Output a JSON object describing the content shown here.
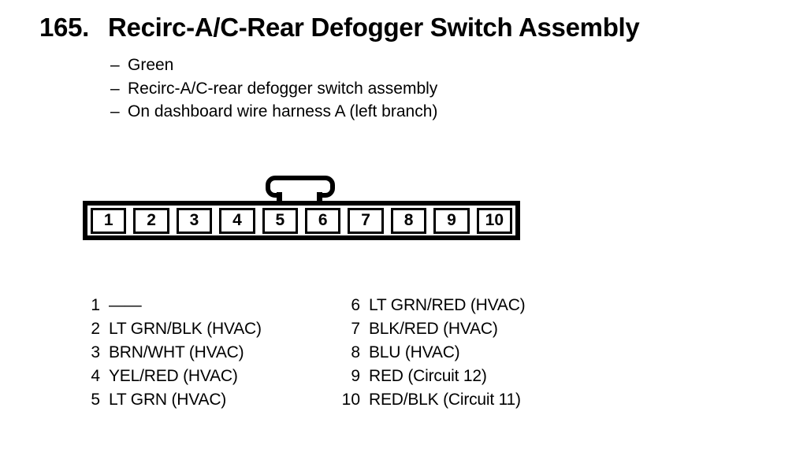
{
  "title": {
    "number": "165.",
    "text": "Recirc-A/C-Rear Defogger Switch Assembly"
  },
  "detail_dash": "–",
  "details": [
    "Green",
    "Recirc-A/C-rear defogger switch assembly",
    "On dashboard wire harness A (left branch)"
  ],
  "connector": {
    "name": "10-pin connector with center latch tab",
    "pins": [
      "1",
      "2",
      "3",
      "4",
      "5",
      "6",
      "7",
      "8",
      "9",
      "10"
    ]
  },
  "pin_list": {
    "left": [
      {
        "num": "1",
        "label": "——"
      },
      {
        "num": "2",
        "label": "LT GRN/BLK (HVAC)"
      },
      {
        "num": "3",
        "label": "BRN/WHT (HVAC)"
      },
      {
        "num": "4",
        "label": "YEL/RED (HVAC)"
      },
      {
        "num": "5",
        "label": "LT GRN (HVAC)"
      }
    ],
    "right": [
      {
        "num": "6",
        "label": "LT GRN/RED (HVAC)"
      },
      {
        "num": "7",
        "label": "BLK/RED (HVAC)"
      },
      {
        "num": "8",
        "label": "BLU (HVAC)"
      },
      {
        "num": "9",
        "label": "RED (Circuit 12)"
      },
      {
        "num": "10",
        "label": "RED/BLK (Circuit 11)"
      }
    ]
  },
  "colors": {
    "ink": "#000000",
    "background": "#ffffff"
  }
}
